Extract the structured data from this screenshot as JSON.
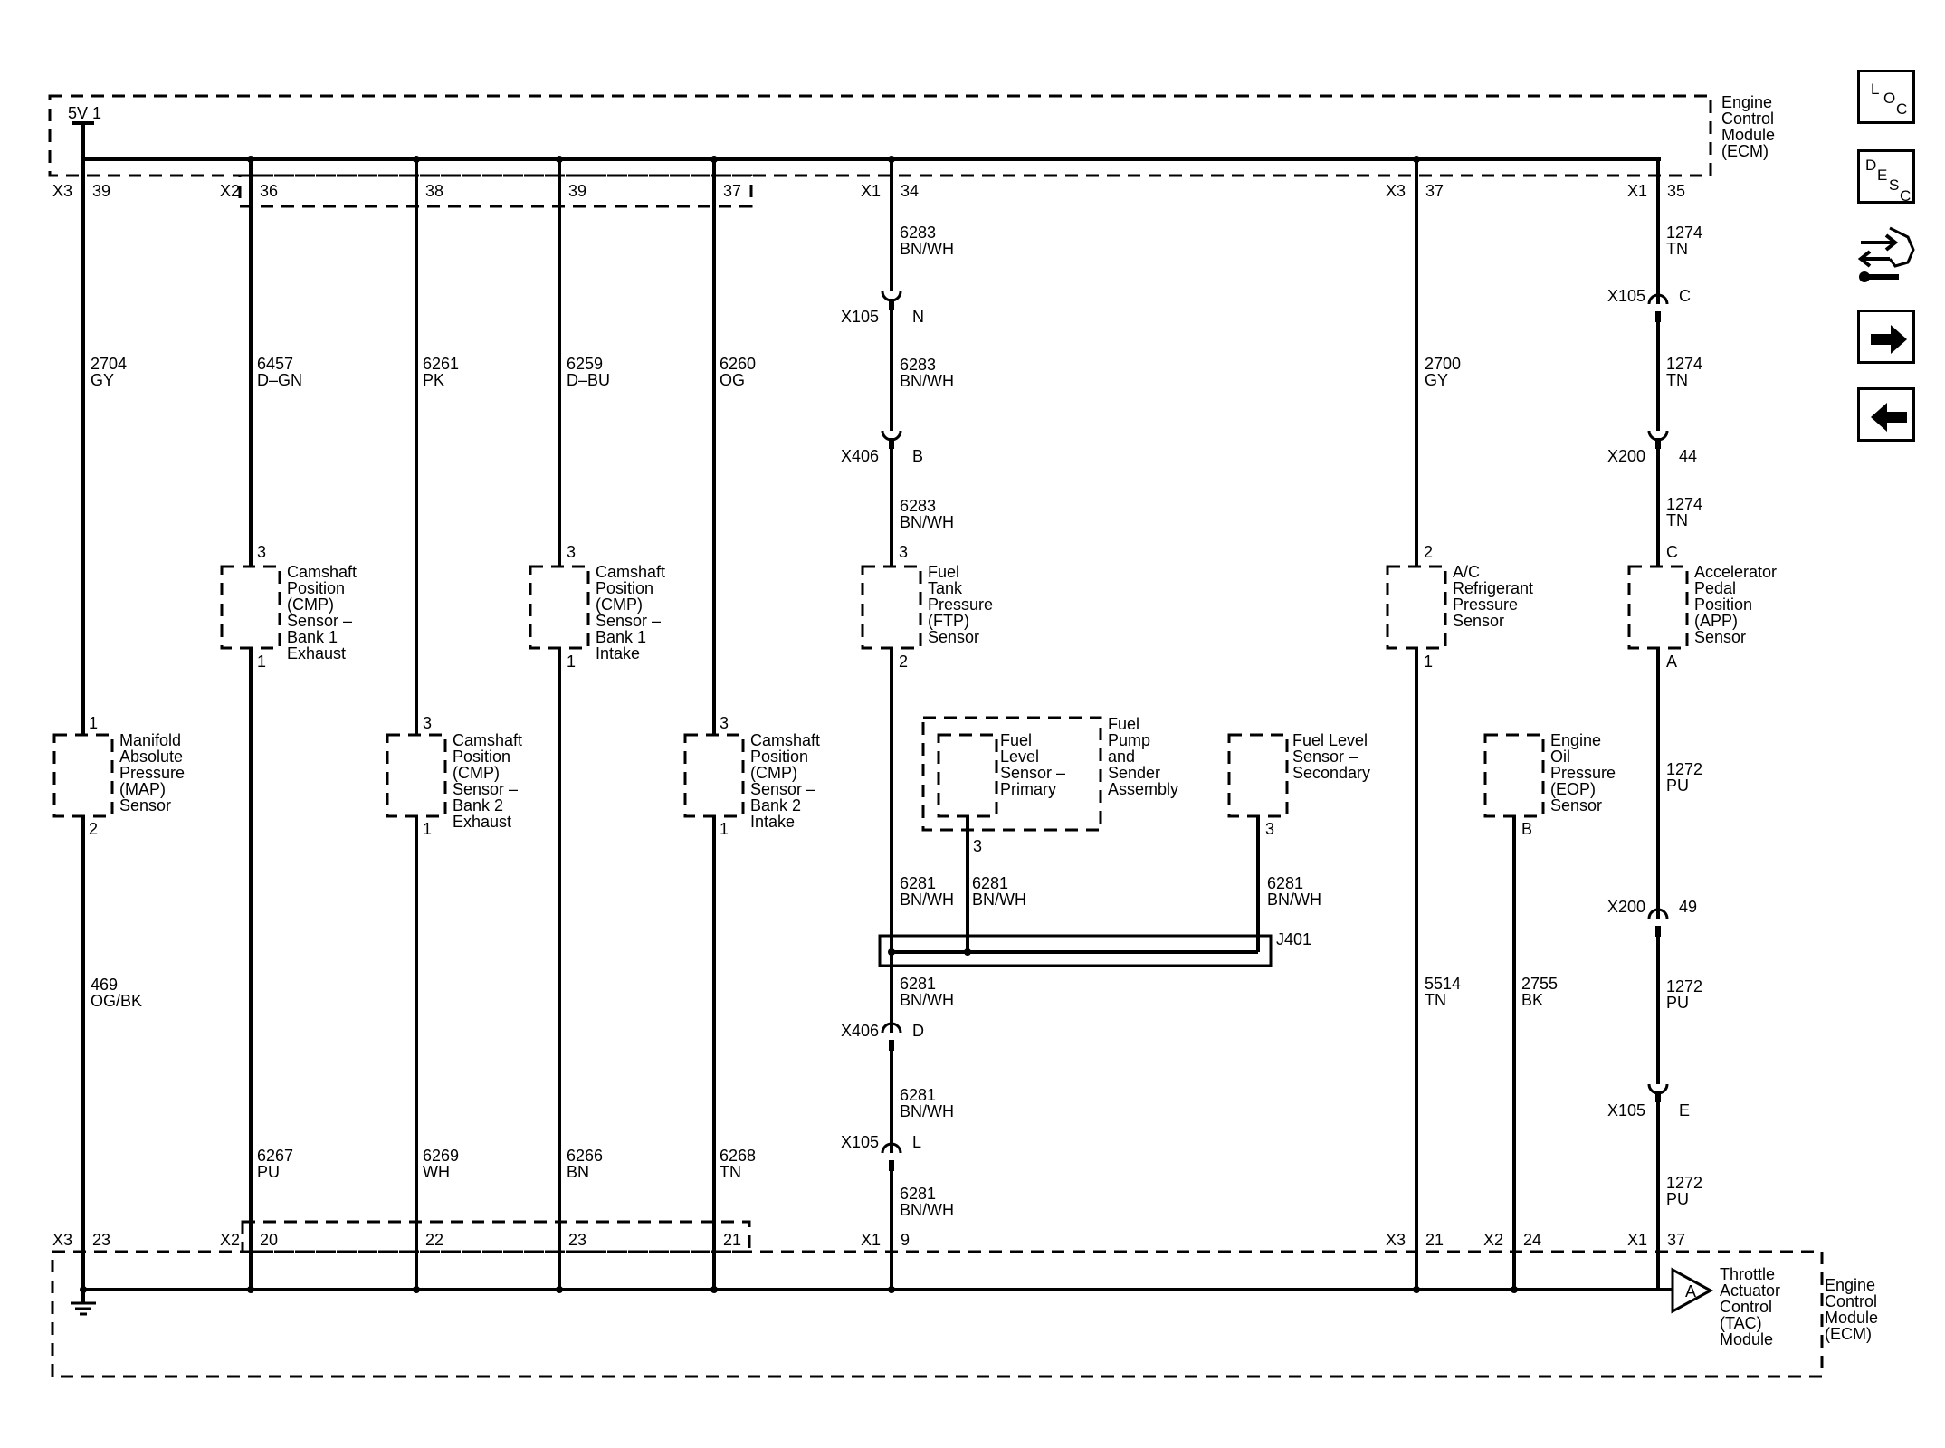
{
  "ecm_top": {
    "title_lines": [
      "Engine",
      "Control",
      "Module",
      "(ECM)"
    ],
    "power_label": "5V 1"
  },
  "ecm_bottom": {
    "title_lines": [
      "Engine",
      "Control",
      "Module",
      "(ECM)"
    ]
  },
  "tac": {
    "symbol": "A",
    "label_lines": [
      "Throttle",
      "Actuator",
      "Control",
      "(TAC)",
      "Module"
    ]
  },
  "top_pins": [
    {
      "conn": "X3",
      "pin": "39"
    },
    {
      "conn": "X2",
      "pin": "36"
    },
    {
      "pin": "38"
    },
    {
      "pin": "39"
    },
    {
      "pin": "37"
    },
    {
      "conn": "X1",
      "pin": "34"
    },
    {
      "conn": "X3",
      "pin": "37"
    },
    {
      "conn": "X1",
      "pin": "35"
    }
  ],
  "bottom_pins": [
    {
      "conn": "X3",
      "pin": "23"
    },
    {
      "conn": "X2",
      "pin": "20"
    },
    {
      "pin": "22"
    },
    {
      "pin": "23"
    },
    {
      "pin": "21"
    },
    {
      "conn": "X1",
      "pin": "9"
    },
    {
      "conn": "X3",
      "pin": "21"
    },
    {
      "conn": "X2",
      "pin": "24"
    },
    {
      "conn": "X1",
      "pin": "37"
    }
  ],
  "wire_labels": [
    [
      "2704",
      "GY"
    ],
    [
      "469",
      "OG/BK"
    ],
    [
      "6457",
      "D–GN"
    ],
    [
      "6267",
      "PU"
    ],
    [
      "6261",
      "PK"
    ],
    [
      "6269",
      "WH"
    ],
    [
      "6259",
      "D–BU"
    ],
    [
      "6266",
      "BN"
    ],
    [
      "6260",
      "OG"
    ],
    [
      "6268",
      "TN"
    ],
    [
      "6283",
      "BN/WH"
    ],
    [
      "6283",
      "BN/WH"
    ],
    [
      "6283",
      "BN/WH"
    ],
    [
      "6281",
      "BN/WH"
    ],
    [
      "6281",
      "BN/WH"
    ],
    [
      "6281",
      "BN/WH"
    ],
    [
      "6281",
      "BN/WH"
    ],
    [
      "6281",
      "BN/WH"
    ],
    [
      "6281",
      "BN/WH"
    ],
    [
      "2700",
      "GY"
    ],
    [
      "5514",
      "TN"
    ],
    [
      "2755",
      "BK"
    ],
    [
      "1274",
      "TN"
    ],
    [
      "1274",
      "TN"
    ],
    [
      "1274",
      "TN"
    ],
    [
      "1272",
      "PU"
    ],
    [
      "1272",
      "PU"
    ],
    [
      "1272",
      "PU"
    ]
  ],
  "inline_connectors": [
    {
      "id": "X105",
      "pin": "N"
    },
    {
      "id": "X406",
      "pin": "B"
    },
    {
      "id": "X406",
      "pin": "D"
    },
    {
      "id": "X105",
      "pin": "L"
    },
    {
      "id": "X105",
      "pin": "C"
    },
    {
      "id": "X200",
      "pin": "44"
    },
    {
      "id": "X200",
      "pin": "49"
    },
    {
      "id": "X105",
      "pin": "E"
    }
  ],
  "splice": {
    "id": "J401"
  },
  "components": [
    {
      "name_lines": [
        "Manifold",
        "Absolute",
        "Pressure",
        "(MAP)",
        "Sensor"
      ],
      "pin_top": "1",
      "pin_bottom": "2"
    },
    {
      "name_lines": [
        "Camshaft",
        "Position",
        "(CMP)",
        "Sensor –",
        "Bank 1",
        "Exhaust"
      ],
      "pin_top": "3",
      "pin_bottom": "1"
    },
    {
      "name_lines": [
        "Camshaft",
        "Position",
        "(CMP)",
        "Sensor –",
        "Bank 2",
        "Exhaust"
      ],
      "pin_top": "3",
      "pin_bottom": "1"
    },
    {
      "name_lines": [
        "Camshaft",
        "Position",
        "(CMP)",
        "Sensor –",
        "Bank 1",
        "Intake"
      ],
      "pin_top": "3",
      "pin_bottom": "1"
    },
    {
      "name_lines": [
        "Camshaft",
        "Position",
        "(CMP)",
        "Sensor –",
        "Bank 2",
        "Intake"
      ],
      "pin_top": "3",
      "pin_bottom": "1"
    },
    {
      "name_lines": [
        "Fuel",
        "Tank",
        "Pressure",
        "(FTP)",
        "Sensor"
      ],
      "pin_top": "3",
      "pin_bottom": "2"
    },
    {
      "name_lines": [
        "A/C",
        "Refrigerant",
        "Pressure",
        "Sensor"
      ],
      "pin_top": "2",
      "pin_bottom": "1"
    },
    {
      "name_lines": [
        "Accelerator",
        "Pedal",
        "Position",
        "(APP)",
        "Sensor"
      ],
      "pin_top": "C",
      "pin_bottom": "A"
    },
    {
      "name_lines": [
        "Engine",
        "Oil",
        "Pressure",
        "(EOP)",
        "Sensor"
      ],
      "pin_bottom": "B"
    },
    {
      "name_lines": [
        "Fuel",
        "Level",
        "Sensor –",
        "Primary"
      ],
      "pin_bottom": "3"
    },
    {
      "name_lines": [
        "Fuel Level",
        "Sensor –",
        "Secondary"
      ],
      "pin_bottom": "3"
    },
    {
      "name_lines": [
        "Fuel",
        "Pump",
        "and",
        "Sender",
        "Assembly"
      ]
    }
  ],
  "nav": {
    "loc": [
      "L",
      "O",
      "C"
    ],
    "desc": [
      "D",
      "E",
      "S",
      "C"
    ]
  }
}
